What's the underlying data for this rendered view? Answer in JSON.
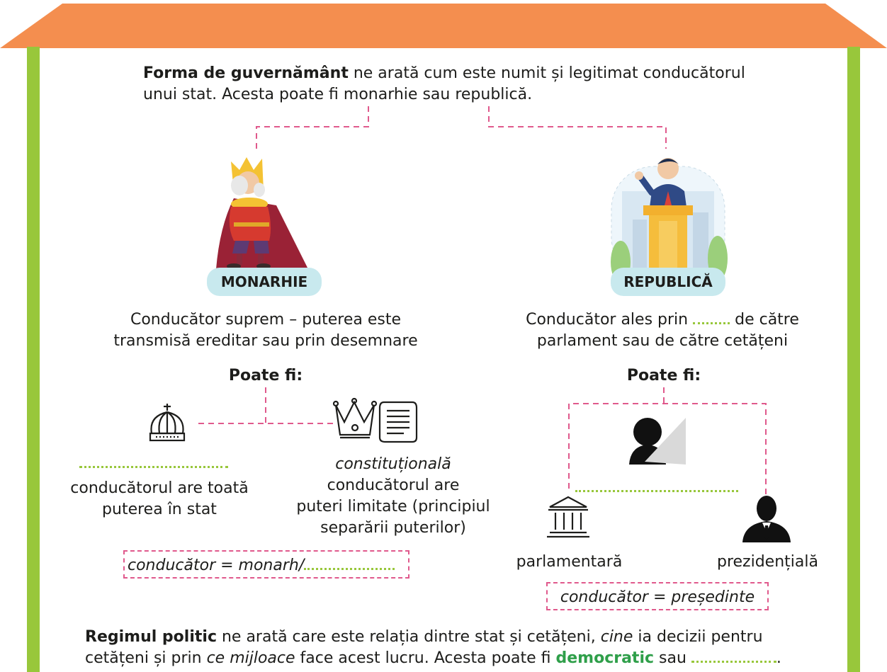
{
  "intro": {
    "bold": "Forma de guvernământ",
    "line1_rest": " ne arată cum este numit și legitimat conducătorul",
    "line2": "unui stat. Acesta poate fi monarhie sau republică."
  },
  "monarhie": {
    "label": "MONARHIE",
    "desc1": "Conducător suprem – puterea este",
    "desc2": "transmisă ereditar sau prin desemnare",
    "poate": "Poate fi:",
    "left_desc1": "conducătorul are toată",
    "left_desc2": "puterea în stat",
    "const_title": "constituțională",
    "const1": "conducătorul are",
    "const2": "puteri limitate (principiul",
    "const3": "separării puterilor)",
    "box": "conducător = monarh/"
  },
  "republica": {
    "label": "REPUBLICĂ",
    "desc1_a": "Conducător ales prin ",
    "desc1_b": " de către",
    "desc2": "parlament sau de către cetățeni",
    "poate": "Poate fi:",
    "parl": "parlamentară",
    "prez": "prezidențială",
    "box": "conducător = președinte"
  },
  "regim": {
    "bold": "Regimul politic",
    "l1a": " ne arată care este relația dintre stat și cetățeni, ",
    "l1b": "cine",
    "l1c": " ia decizii pentru",
    "l2a": "cetățeni și prin ",
    "l2b": "ce mijloace",
    "l2c": " face acest lucru. Acesta poate fi ",
    "l2d": "democratic",
    "l2e": " sau ",
    "l2f": "."
  },
  "colors": {
    "roof": "#f48e4f",
    "pillar": "#98c73b",
    "dashed": "#e0598c",
    "pill": "#c8e9ee",
    "green_word": "#2f9f4a"
  }
}
